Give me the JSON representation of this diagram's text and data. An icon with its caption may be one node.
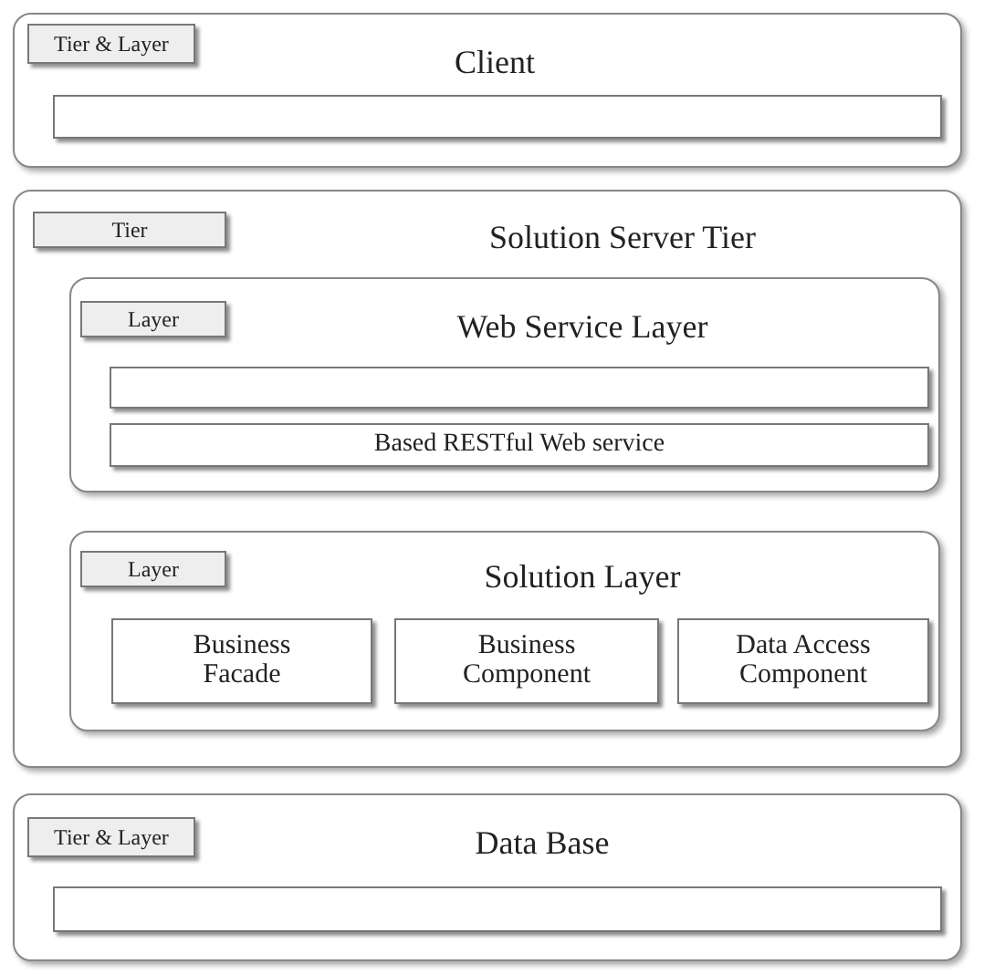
{
  "diagram": {
    "nodes": [
      {
        "text": [
          "Client"
        ]
      },
      {
        "text": [
          "Tier & Layer"
        ],
        "in": 0
      },
      {
        "text": [],
        "shape": "box",
        "in": 0
      },
      {
        "text": [
          "Solution Server Tier"
        ]
      },
      {
        "text": [
          "Tier"
        ],
        "in": 3
      },
      {
        "text": [
          "Web Service Layer"
        ],
        "in": 3
      },
      {
        "text": [
          "Layer"
        ],
        "in": 5
      },
      {
        "text": [],
        "shape": "box",
        "in": 5
      },
      {
        "text": [
          "Based RESTful Web service"
        ],
        "in": 5
      },
      {
        "text": [
          "Solution Layer"
        ],
        "in": 3
      },
      {
        "text": [
          "Layer"
        ],
        "in": 9
      },
      {
        "text": [
          "Business Facade"
        ],
        "in": 9
      },
      {
        "text": [
          "Business Component"
        ],
        "in": 9
      },
      {
        "text": [
          "Data Access Component"
        ],
        "in": 9
      },
      {
        "text": [
          "Data Base"
        ]
      },
      {
        "text": [
          "Tier & Layer"
        ],
        "in": 14
      },
      {
        "text": [],
        "shape": "box",
        "in": 14
      }
    ]
  }
}
